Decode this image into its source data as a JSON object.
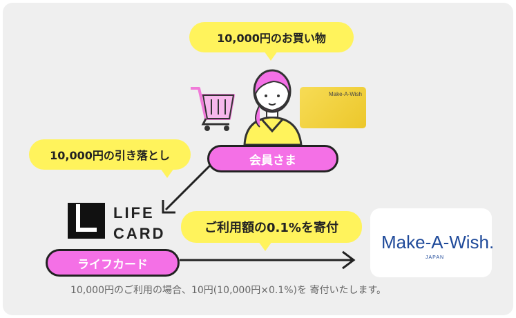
{
  "bubbles": {
    "purchase": "10,000円のお買い物",
    "debit": "10,000円の引き落とし",
    "donation": "ご利用額の0.1%を寄付"
  },
  "nodes": {
    "member": "会員さま",
    "lifecard": "ライフカード"
  },
  "logos": {
    "lifecard_line1": "LIFE",
    "lifecard_line2": "CARD",
    "makeawish": "Make-A-Wish.",
    "makeawish_sub": "JAPAN",
    "card_brand": "Make-A-Wish"
  },
  "footnote": "10,000円のご利用の場合、10円(10,000円×0.1%)を 寄付いたします。",
  "colors": {
    "bubble": "#fff35c",
    "pill": "#f470e6",
    "background": "#efefef",
    "brand_blue": "#1f4a9a"
  }
}
